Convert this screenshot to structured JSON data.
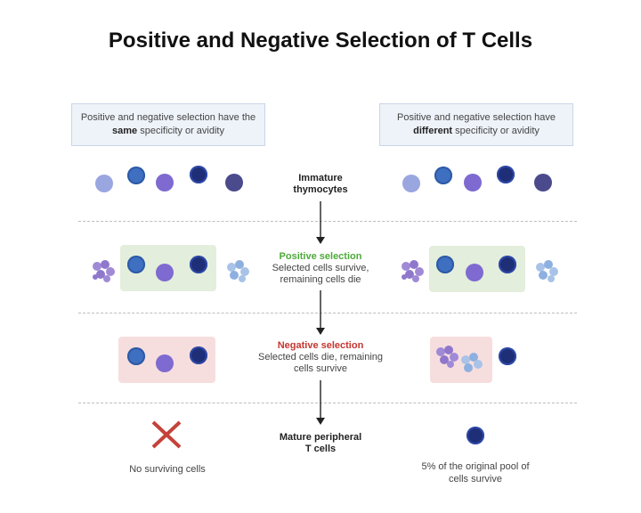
{
  "title": "Positive and Negative Selection of T Cells",
  "left_box": {
    "prefix": "Positive and negative selection have the ",
    "bold": "same",
    "suffix": " specificity or avidity"
  },
  "right_box": {
    "prefix": "Positive and negative selection have ",
    "bold": "different",
    "suffix": " specificity or avidity"
  },
  "stages": {
    "immature": "Immature thymocytes",
    "positive_head": "Positive selection",
    "positive_sub": "Selected cells survive, remaining cells die",
    "negative_head": "Negative selection",
    "negative_sub": "Selected cells die, remaining cells survive",
    "mature_line1": "Mature peripheral",
    "mature_line2": "T cells"
  },
  "left_outcome": "No surviving cells",
  "right_outcome": "5% of the original pool of cells survive",
  "colors": {
    "cell_1": "#9aa6e0",
    "cell_2": "#3f6fc0",
    "cell_3": "#7e6ad0",
    "cell_4": "#1e2f78",
    "cell_5": "#4a4a8c",
    "positive": "#4daa3a",
    "negative": "#c6362f",
    "x_mark": "#c4423a"
  },
  "icons": [
    "dead-cell-purple-icon",
    "dead-cell-blue-icon",
    "cross-icon",
    "arrow-down-icon"
  ]
}
